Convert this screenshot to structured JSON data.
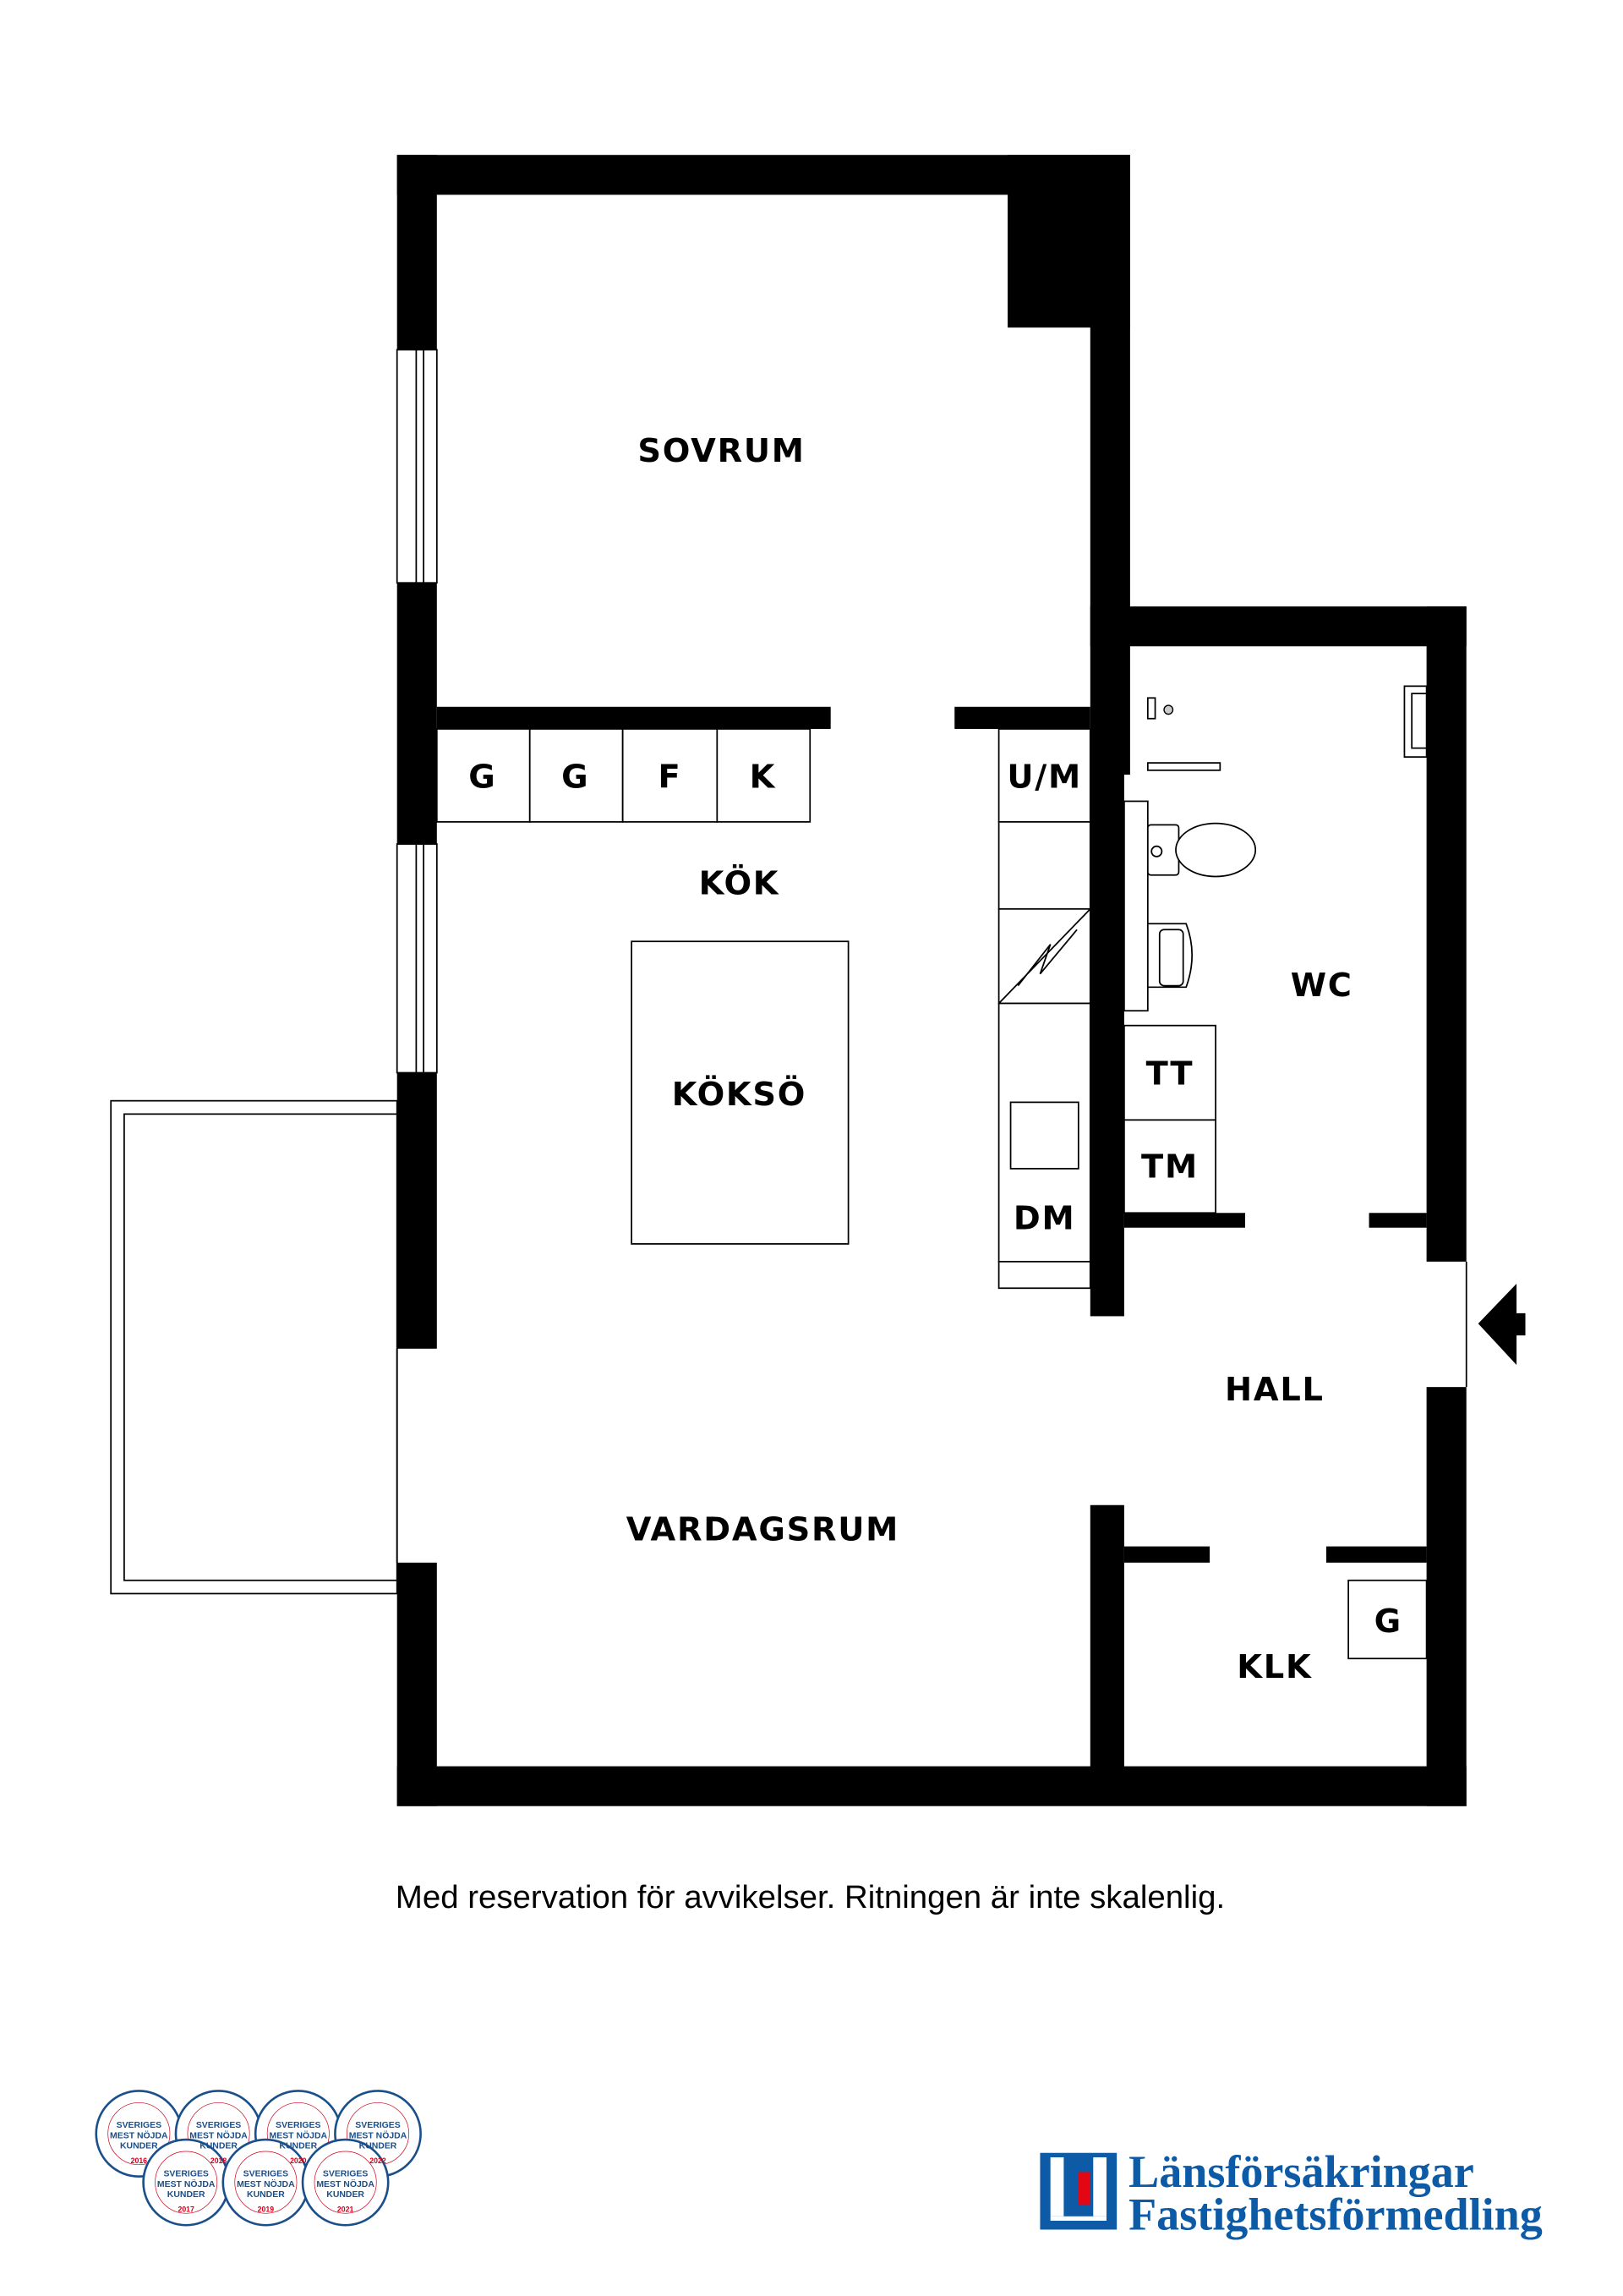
{
  "rooms": {
    "sovrum": "SOVRUM",
    "kok": "KÖK",
    "koksö": "KÖKSÖ",
    "wc": "WC",
    "hall": "HALL",
    "vardagsrum": "VARDAGSRUM",
    "klk": "KLK"
  },
  "fixtures": {
    "cabinets": [
      "G",
      "G",
      "F",
      "K"
    ],
    "um": "U/M",
    "dm": "DM",
    "tt": "TT",
    "tm": "TM",
    "klk_g": "G"
  },
  "disclaimer": "Med reservation för avvikelser. Ritningen är inte skalenlig.",
  "badges": {
    "text": [
      "SVERIGES",
      "MEST NÖJDA",
      "KUNDER"
    ],
    "years": [
      "2016",
      "2018",
      "2020",
      "2022",
      "2017",
      "2019",
      "2021"
    ]
  },
  "logo": {
    "line1": "Länsförsäkringar",
    "line2": "Fastighetsförmedling",
    "colors": {
      "blue": "#0d5aa7",
      "red": "#e30613"
    }
  },
  "colors": {
    "wall": "#000000",
    "background": "#ffffff"
  }
}
